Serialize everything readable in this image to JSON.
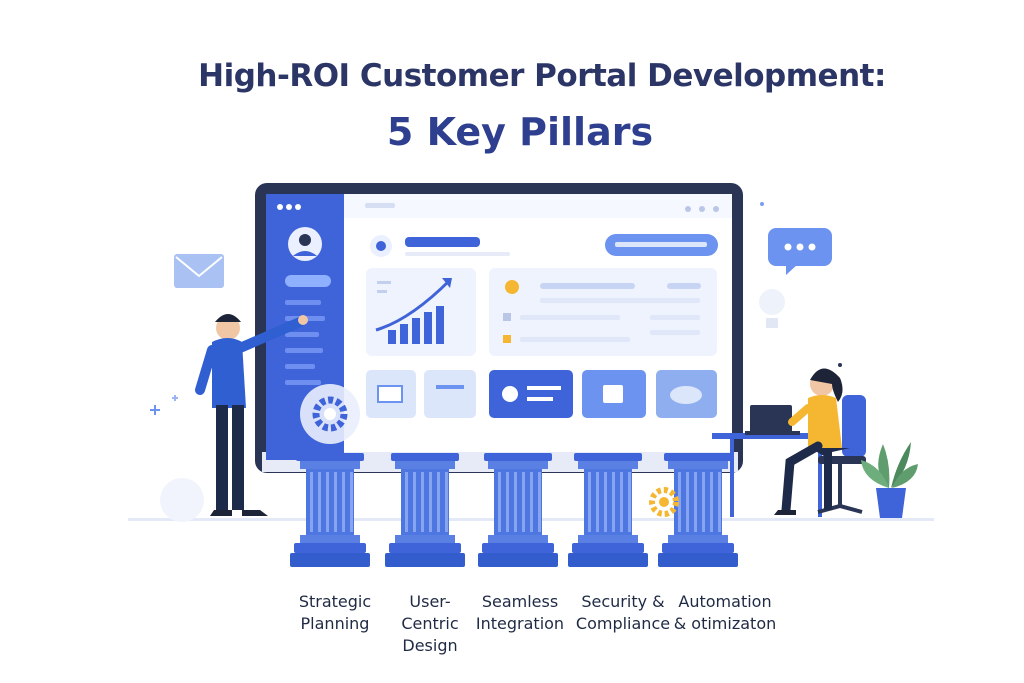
{
  "title": {
    "line1": "High-ROI Customer Portal Development:",
    "line2": "5 Key Pillars"
  },
  "pillars": [
    {
      "line1": "Strategic",
      "line2": "Planning",
      "line3": ""
    },
    {
      "line1": "User-",
      "line2": "Centric",
      "line3": "Design"
    },
    {
      "line1": "Seamless",
      "line2": "Integration",
      "line3": ""
    },
    {
      "line1": "Security &",
      "line2": "Compliance",
      "line3": ""
    },
    {
      "line1": "Automation",
      "line2": "& otimizaton",
      "line3": ""
    }
  ],
  "colors": {
    "primary": "#3f63d9",
    "dark_navy": "#2b3566",
    "pillar_blue": "#4d76e0",
    "accent_yellow": "#f5b731",
    "light_blue": "#dbe6fb"
  },
  "icons": [
    "envelope-icon",
    "chat-bubble-icon",
    "gear-icon",
    "chart-icon",
    "avatar-icon",
    "plant-icon",
    "laptop-icon"
  ]
}
